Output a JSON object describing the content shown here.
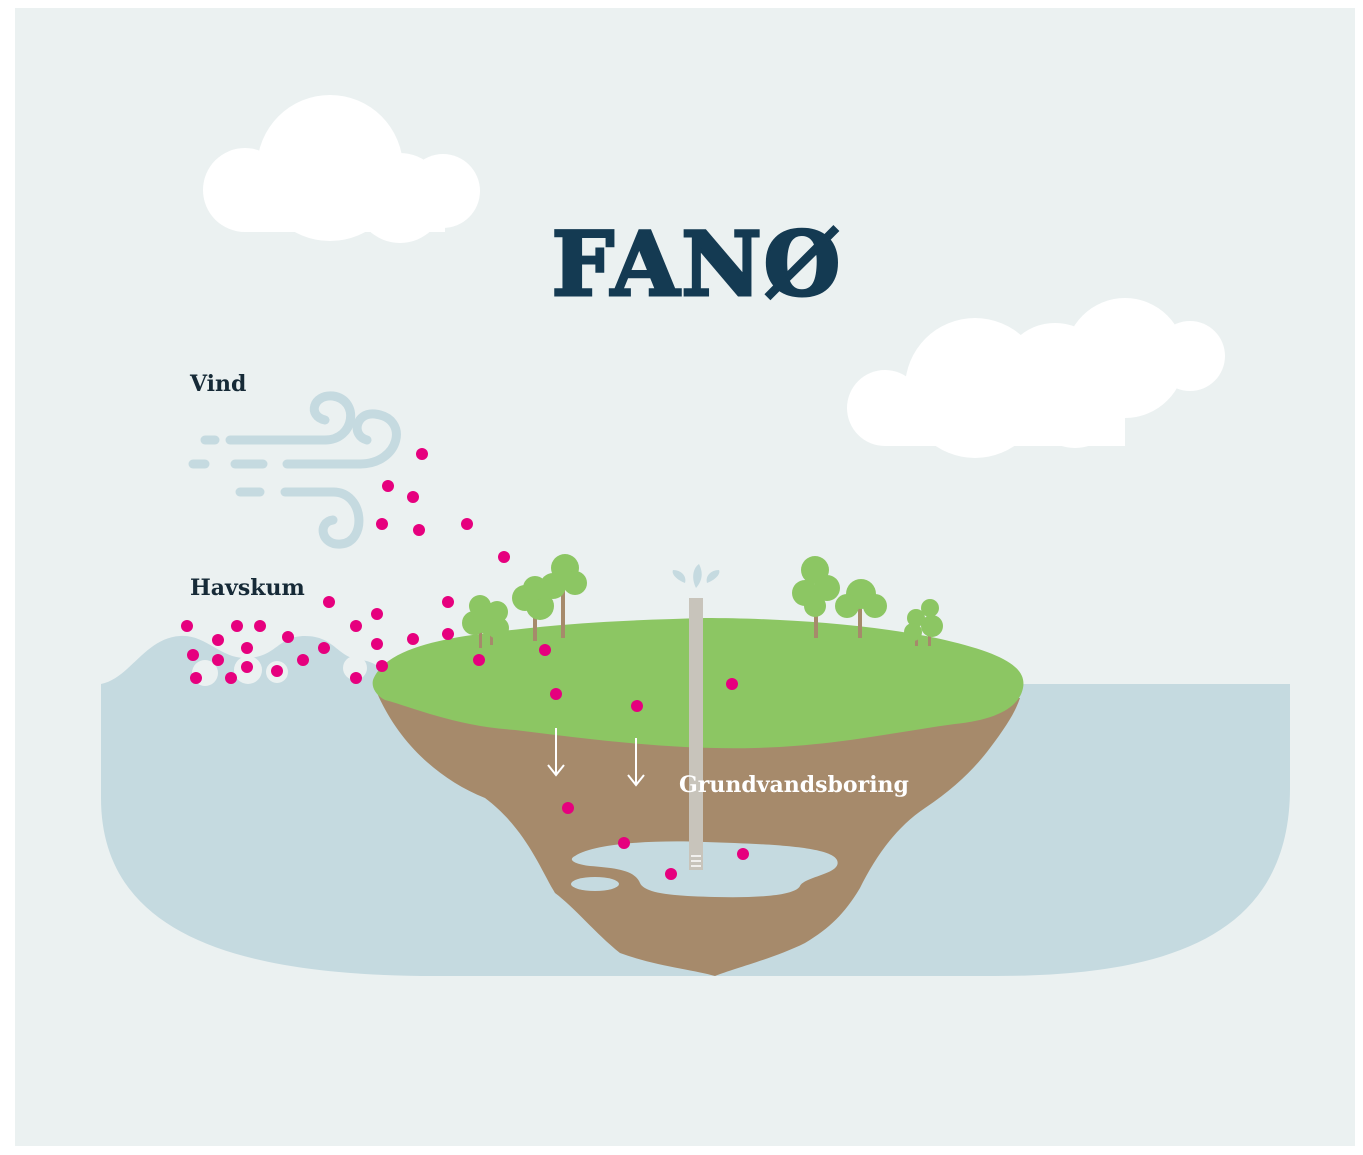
{
  "title": "FANØ",
  "labels": {
    "wind": "Vind",
    "sea_foam": "Havskum",
    "well": "Grundvandsboring"
  },
  "colors": {
    "background": "#ebf1f1",
    "sky_cloud": "#ffffff",
    "sea": "#c5dae0",
    "wind_lines": "#c5dae0",
    "grass": "#8cc663",
    "soil": "#a68a6b",
    "groundwater": "#c5dae0",
    "well_pipe": "#c8c4bb",
    "particles": "#e6007e",
    "title": "#143a52"
  },
  "icons": [
    "cloud-icon",
    "wind-icon",
    "wave-icon",
    "tree-icon",
    "water-splash-icon",
    "down-arrow-icon"
  ]
}
